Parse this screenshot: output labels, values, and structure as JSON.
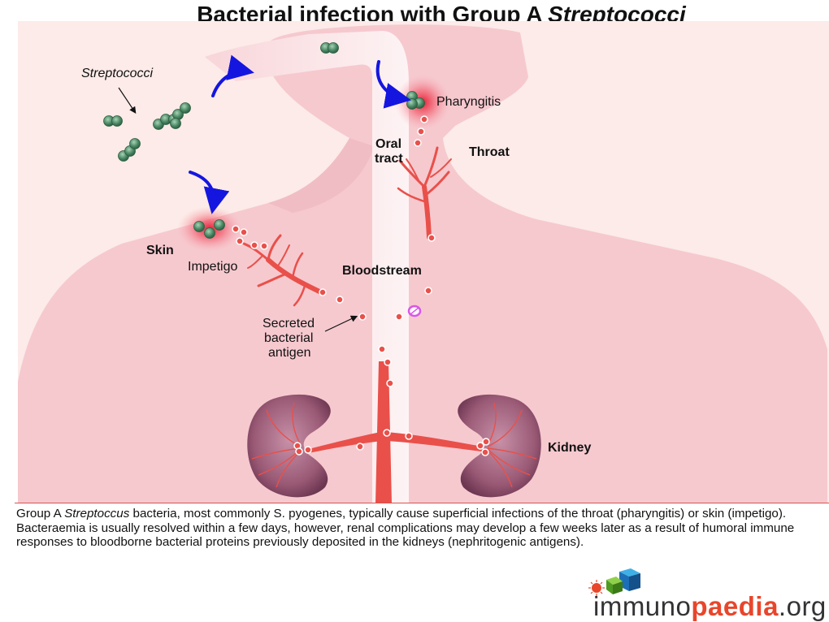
{
  "title": {
    "main": "Bacterial infection with Group A ",
    "italic": "Streptococci"
  },
  "labels": {
    "streptococci": "Streptococci",
    "pharyngitis": "Pharyngitis",
    "oral_line1": "Oral",
    "oral_line2": "tract",
    "throat": "Throat",
    "skin": "Skin",
    "impetigo": "Impetigo",
    "bloodstream": "Bloodstream",
    "secreted_line1": "Secreted",
    "secreted_line2": "bacterial",
    "secreted_line3": "antigen",
    "kidney": "Kidney"
  },
  "caption": {
    "part1": "Group A ",
    "italic": "Streptoccus",
    "part2": " bacteria, most commonly S. pyogenes, typically cause superficial infections of the throat (pharyngitis) or skin (impetigo). Bacteraemia is usually resolved within a few days, however, renal complications may develop a few weeks later as a result of humoral immune responses to bloodborne bacterial proteins previously deposited in the kidneys (nephritogenic antigens)."
  },
  "logo": {
    "part1": "immuno",
    "part2": "paedia",
    "part3": ".org"
  },
  "colors": {
    "body_fill": "#f6c9cf",
    "background_tint": "#fce8e6",
    "vessel": "#e94f4a",
    "bacteria": "#4c8a66",
    "arrow": "#1515e0",
    "kidney": "#8c5069"
  }
}
